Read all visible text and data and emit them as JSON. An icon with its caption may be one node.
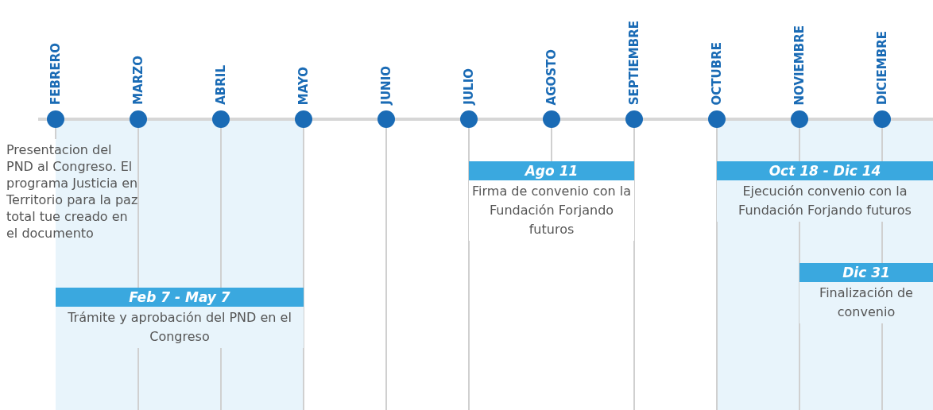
{
  "diagram": {
    "nodes": [
      {
        "text": [
          "Presentacion del PND al Congreso. El programa Justicia en Territorio para la paz total tue creado en el documento"
        ]
      },
      {
        "text": [
          "Feb 7 - May 7",
          "Trámite y aprobación del PND en el Congreso"
        ]
      },
      {
        "text": [
          "Ago 11",
          "Firma de convenio con la Fundación Forjando futuros"
        ]
      },
      {
        "text": [
          "Oct 18 - Dic 14",
          "Ejecución convenio con la Fundación Forjando futuros"
        ]
      },
      {
        "text": [
          "Dic 31",
          "Finalización de convenio"
        ]
      }
    ],
    "edges": [],
    "labels": [
      "FEBRERO",
      "MARZO",
      "ABRIL",
      "MAYO",
      "JUNIO",
      "JULIO",
      "AGOSTO",
      "SEPTIEMBRE",
      "OCTUBRE",
      "NOVIEMBRE",
      "DICIEMBRE"
    ]
  }
}
